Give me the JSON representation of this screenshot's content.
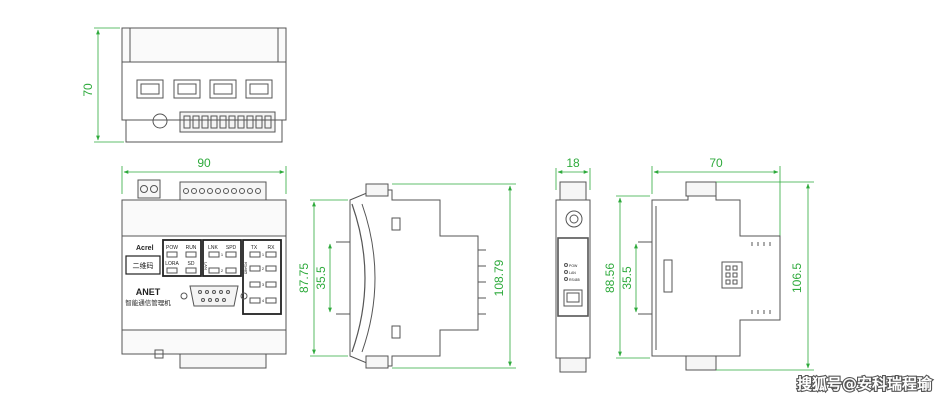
{
  "dimensions": {
    "top_height": "70",
    "front_width": "90",
    "front_height": "87.75",
    "front_rail": "35.5",
    "front_total_height": "108.79",
    "narrow_width": "18",
    "right_width": "70",
    "right_height": "88.56",
    "right_rail": "35.5",
    "right_total_height": "106.5"
  },
  "front_panel": {
    "brand": "Acrel",
    "logo_text": "二维码",
    "model": "ANET",
    "subtitle": "智能通信管理机",
    "led_group1": {
      "col1": "POW",
      "col2": "RUN",
      "row2_col1": "LORA",
      "row2_col2": "SD"
    },
    "led_group2": {
      "col1": "LNK",
      "col2": "SPD",
      "side": "LAN",
      "num1": "1",
      "num2": "2"
    },
    "led_group3": {
      "col1": "TX",
      "col2": "RX",
      "side": "RS485",
      "nums": [
        "1",
        "2",
        "3",
        "4"
      ]
    }
  },
  "side_panel": {
    "led_labels": [
      "POW",
      "LAN",
      "RS485"
    ]
  },
  "watermark": "搜狐号@安科瑞程瑜",
  "colors": {
    "dimension": "#2eaa3c",
    "outline": "#555555",
    "background": "#ffffff"
  }
}
